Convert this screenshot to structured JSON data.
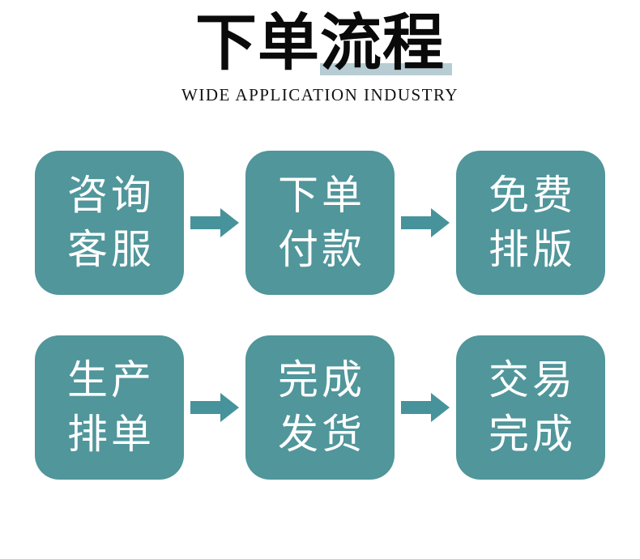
{
  "colors": {
    "box": "#50969B",
    "arrow": "#47939B",
    "highlight": "#B7CDD3",
    "title": "#0A0A0A",
    "step_text": "#FFFFFF",
    "background": "#FFFFFF"
  },
  "header": {
    "title": "下单流程",
    "subtitle": "WIDE APPLICATION INDUSTRY"
  },
  "flow": {
    "rows": [
      {
        "steps": [
          {
            "line1": "咨询",
            "line2": "客服"
          },
          {
            "line1": "下单",
            "line2": "付款"
          },
          {
            "line1": "免费",
            "line2": "排版"
          }
        ]
      },
      {
        "steps": [
          {
            "line1": "生产",
            "line2": "排单"
          },
          {
            "line1": "完成",
            "line2": "发货"
          },
          {
            "line1": "交易",
            "line2": "完成"
          }
        ]
      }
    ]
  }
}
